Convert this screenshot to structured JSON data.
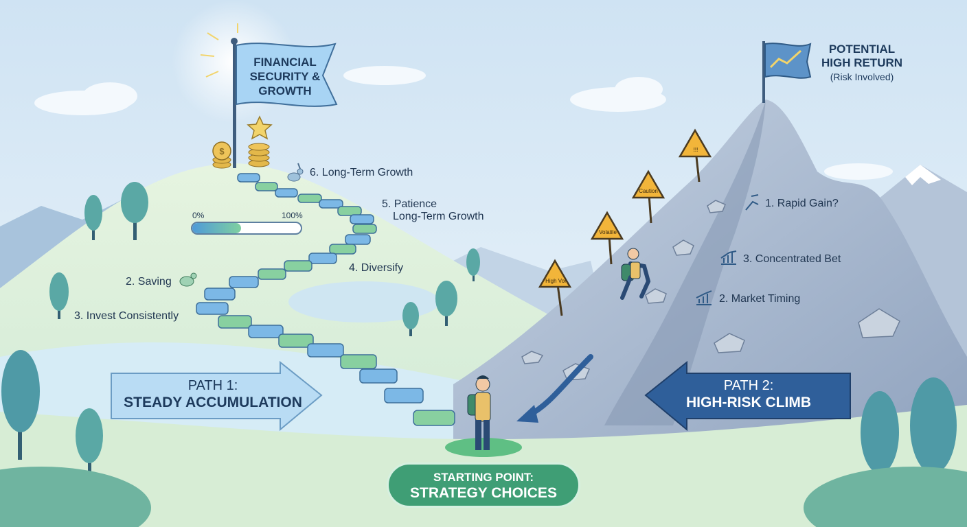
{
  "goal_flag": {
    "line1": "FINANCIAL",
    "line2": "SECURITY &",
    "line3": "GROWTH"
  },
  "peak_flag": {
    "line1": "POTENTIAL",
    "line2": "HIGH RETURN",
    "line3": "(Risk Involved)"
  },
  "steady_steps": [
    {
      "label": "2. Saving"
    },
    {
      "label": "3. Invest Consistently"
    },
    {
      "label": "4. Diversify"
    },
    {
      "label": "5. Patience"
    },
    {
      "label": "Long-Term Growth"
    },
    {
      "label": "6. Long-Term Growth"
    }
  ],
  "progress": {
    "start_label": "0%",
    "end_label": "100%",
    "fill_fraction": 0.45
  },
  "risk_steps": [
    {
      "label": "1. Rapid Gain?"
    },
    {
      "label": "3. Concentrated Bet"
    },
    {
      "label": "2. Market Timing"
    }
  ],
  "warning_signs": [
    {
      "text": "High Vol"
    },
    {
      "text": "Volatile"
    },
    {
      "text": "Caution"
    },
    {
      "text": "!!!"
    }
  ],
  "path1": {
    "line1": "PATH 1:",
    "line2": "STEADY ACCUMULATION"
  },
  "path2": {
    "line1": "PATH 2:",
    "line2": "HIGH-RISK CLIMB"
  },
  "start": {
    "line1": "STARTING POINT:",
    "line2": "STRATEGY CHOICES"
  },
  "colors": {
    "sky": "#dcebf6",
    "hill": "#d9eed3",
    "mountain": "#a9b8cc",
    "path1_arrow": "#b9dcf4",
    "path2_arrow": "#2f5f9a",
    "start_badge": "#3f9e75",
    "stones_blue": "#7cb8e6",
    "stones_green": "#88d0a0"
  },
  "icons": [
    "flag-icon",
    "coin-stack-icon",
    "star-icon",
    "rabbit-icon",
    "piggy-bank-icon",
    "warning-sign-icon",
    "trend-up-icon",
    "bar-chart-icon",
    "hiker-icon",
    "tree-icon"
  ]
}
